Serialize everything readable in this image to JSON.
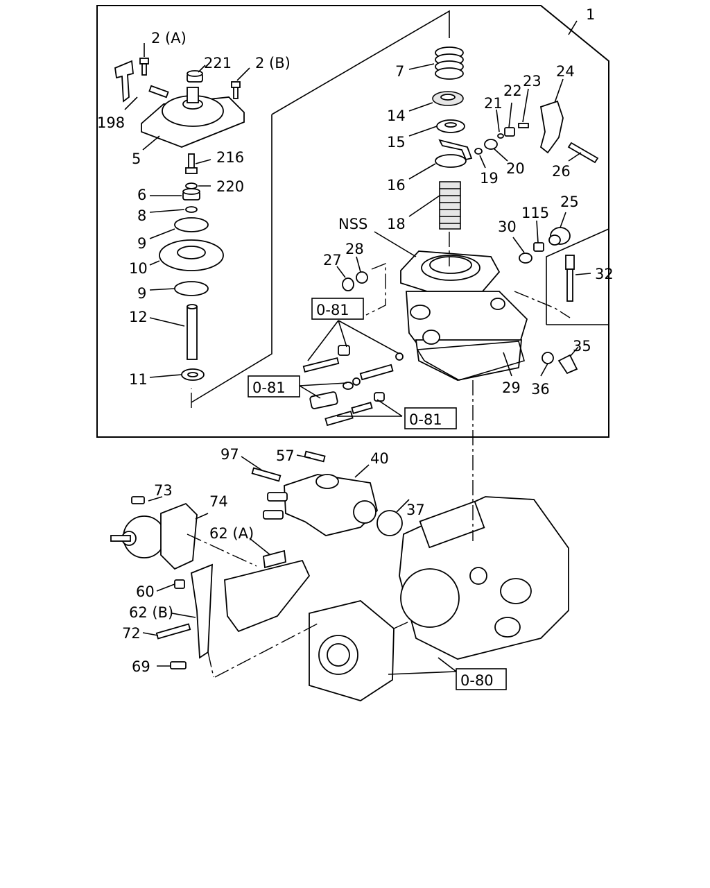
{
  "callouts": {
    "c1": "1",
    "c2a": "2 (A)",
    "c2b": "2 (B)",
    "c221": "221",
    "c198": "198",
    "c5": "5",
    "c216": "216",
    "c220": "220",
    "c6": "6",
    "c8": "8",
    "c9a": "9",
    "c10": "10",
    "c9b": "9",
    "c12": "12",
    "c11": "11",
    "c7": "7",
    "c14": "14",
    "c15": "15",
    "c16": "16",
    "c18": "18",
    "c19": "19",
    "c20": "20",
    "c21": "21",
    "c22": "22",
    "c23": "23",
    "c24": "24",
    "c26": "26",
    "c25": "25",
    "c115": "115",
    "c30": "30",
    "c32": "32",
    "cnss": "NSS",
    "c27": "27",
    "c28": "28",
    "c35": "35",
    "c36": "36",
    "c29": "29",
    "c97": "97",
    "c57": "57",
    "c40": "40",
    "c37": "37",
    "c73": "73",
    "c74": "74",
    "c62a": "62 (A)",
    "c60": "60",
    "c62b": "62 (B)",
    "c72": "72",
    "c69": "69"
  },
  "refs": {
    "r081a": "0-81",
    "r081b": "0-81",
    "r081c": "0-81",
    "r080": "0-80"
  }
}
